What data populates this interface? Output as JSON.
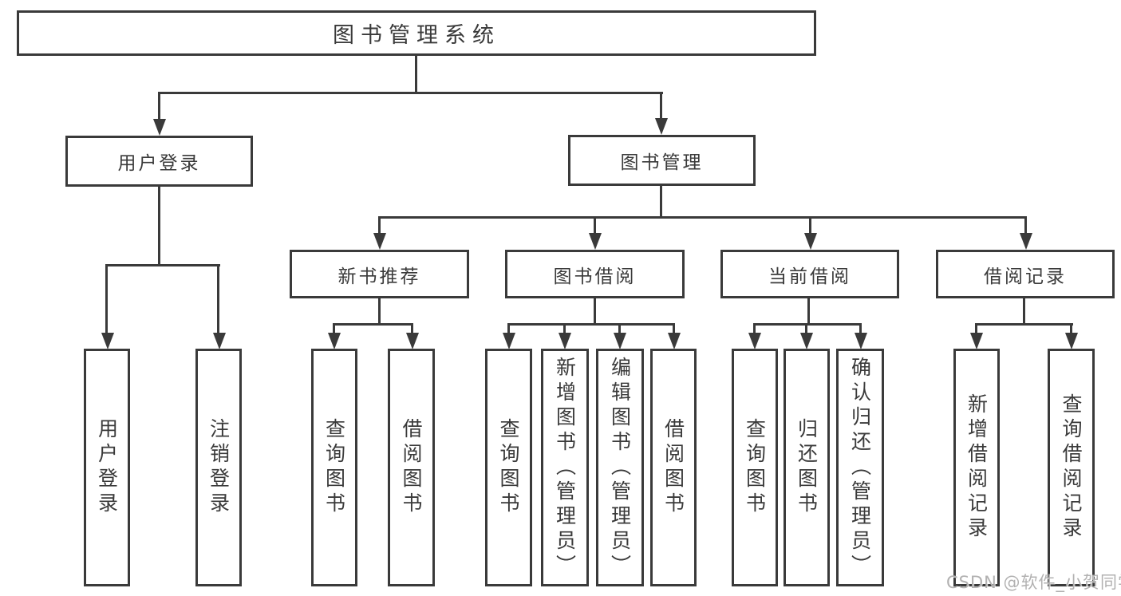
{
  "diagram": {
    "type": "tree",
    "orientation": "top-down",
    "colors": {
      "line": "#3a3a3a",
      "text": "#3a3a3a",
      "background": "#ffffff",
      "watermark": "#b2b1b1"
    }
  },
  "tree": {
    "label": "图书管理系统",
    "children": [
      {
        "label": "用户登录",
        "children": [
          {
            "label": "用户登录"
          },
          {
            "label": "注销登录"
          }
        ]
      },
      {
        "label": "图书管理",
        "children": [
          {
            "label": "新书推荐",
            "children": [
              {
                "label": "查询图书"
              },
              {
                "label": "借阅图书"
              }
            ]
          },
          {
            "label": "图书借阅",
            "children": [
              {
                "label": "查询图书"
              },
              {
                "label": "新增图书（管理员）"
              },
              {
                "label": "编辑图书（管理员）"
              },
              {
                "label": "借阅图书"
              }
            ]
          },
          {
            "label": "当前借阅",
            "children": [
              {
                "label": "查询图书"
              },
              {
                "label": "归还图书"
              },
              {
                "label": "确认归还（管理员）"
              }
            ]
          },
          {
            "label": "借阅记录",
            "children": [
              {
                "label": "新增借阅记录"
              },
              {
                "label": "查询借阅记录"
              }
            ]
          }
        ]
      }
    ]
  },
  "watermark": {
    "text": "CSDN @软件_小贺同学"
  }
}
